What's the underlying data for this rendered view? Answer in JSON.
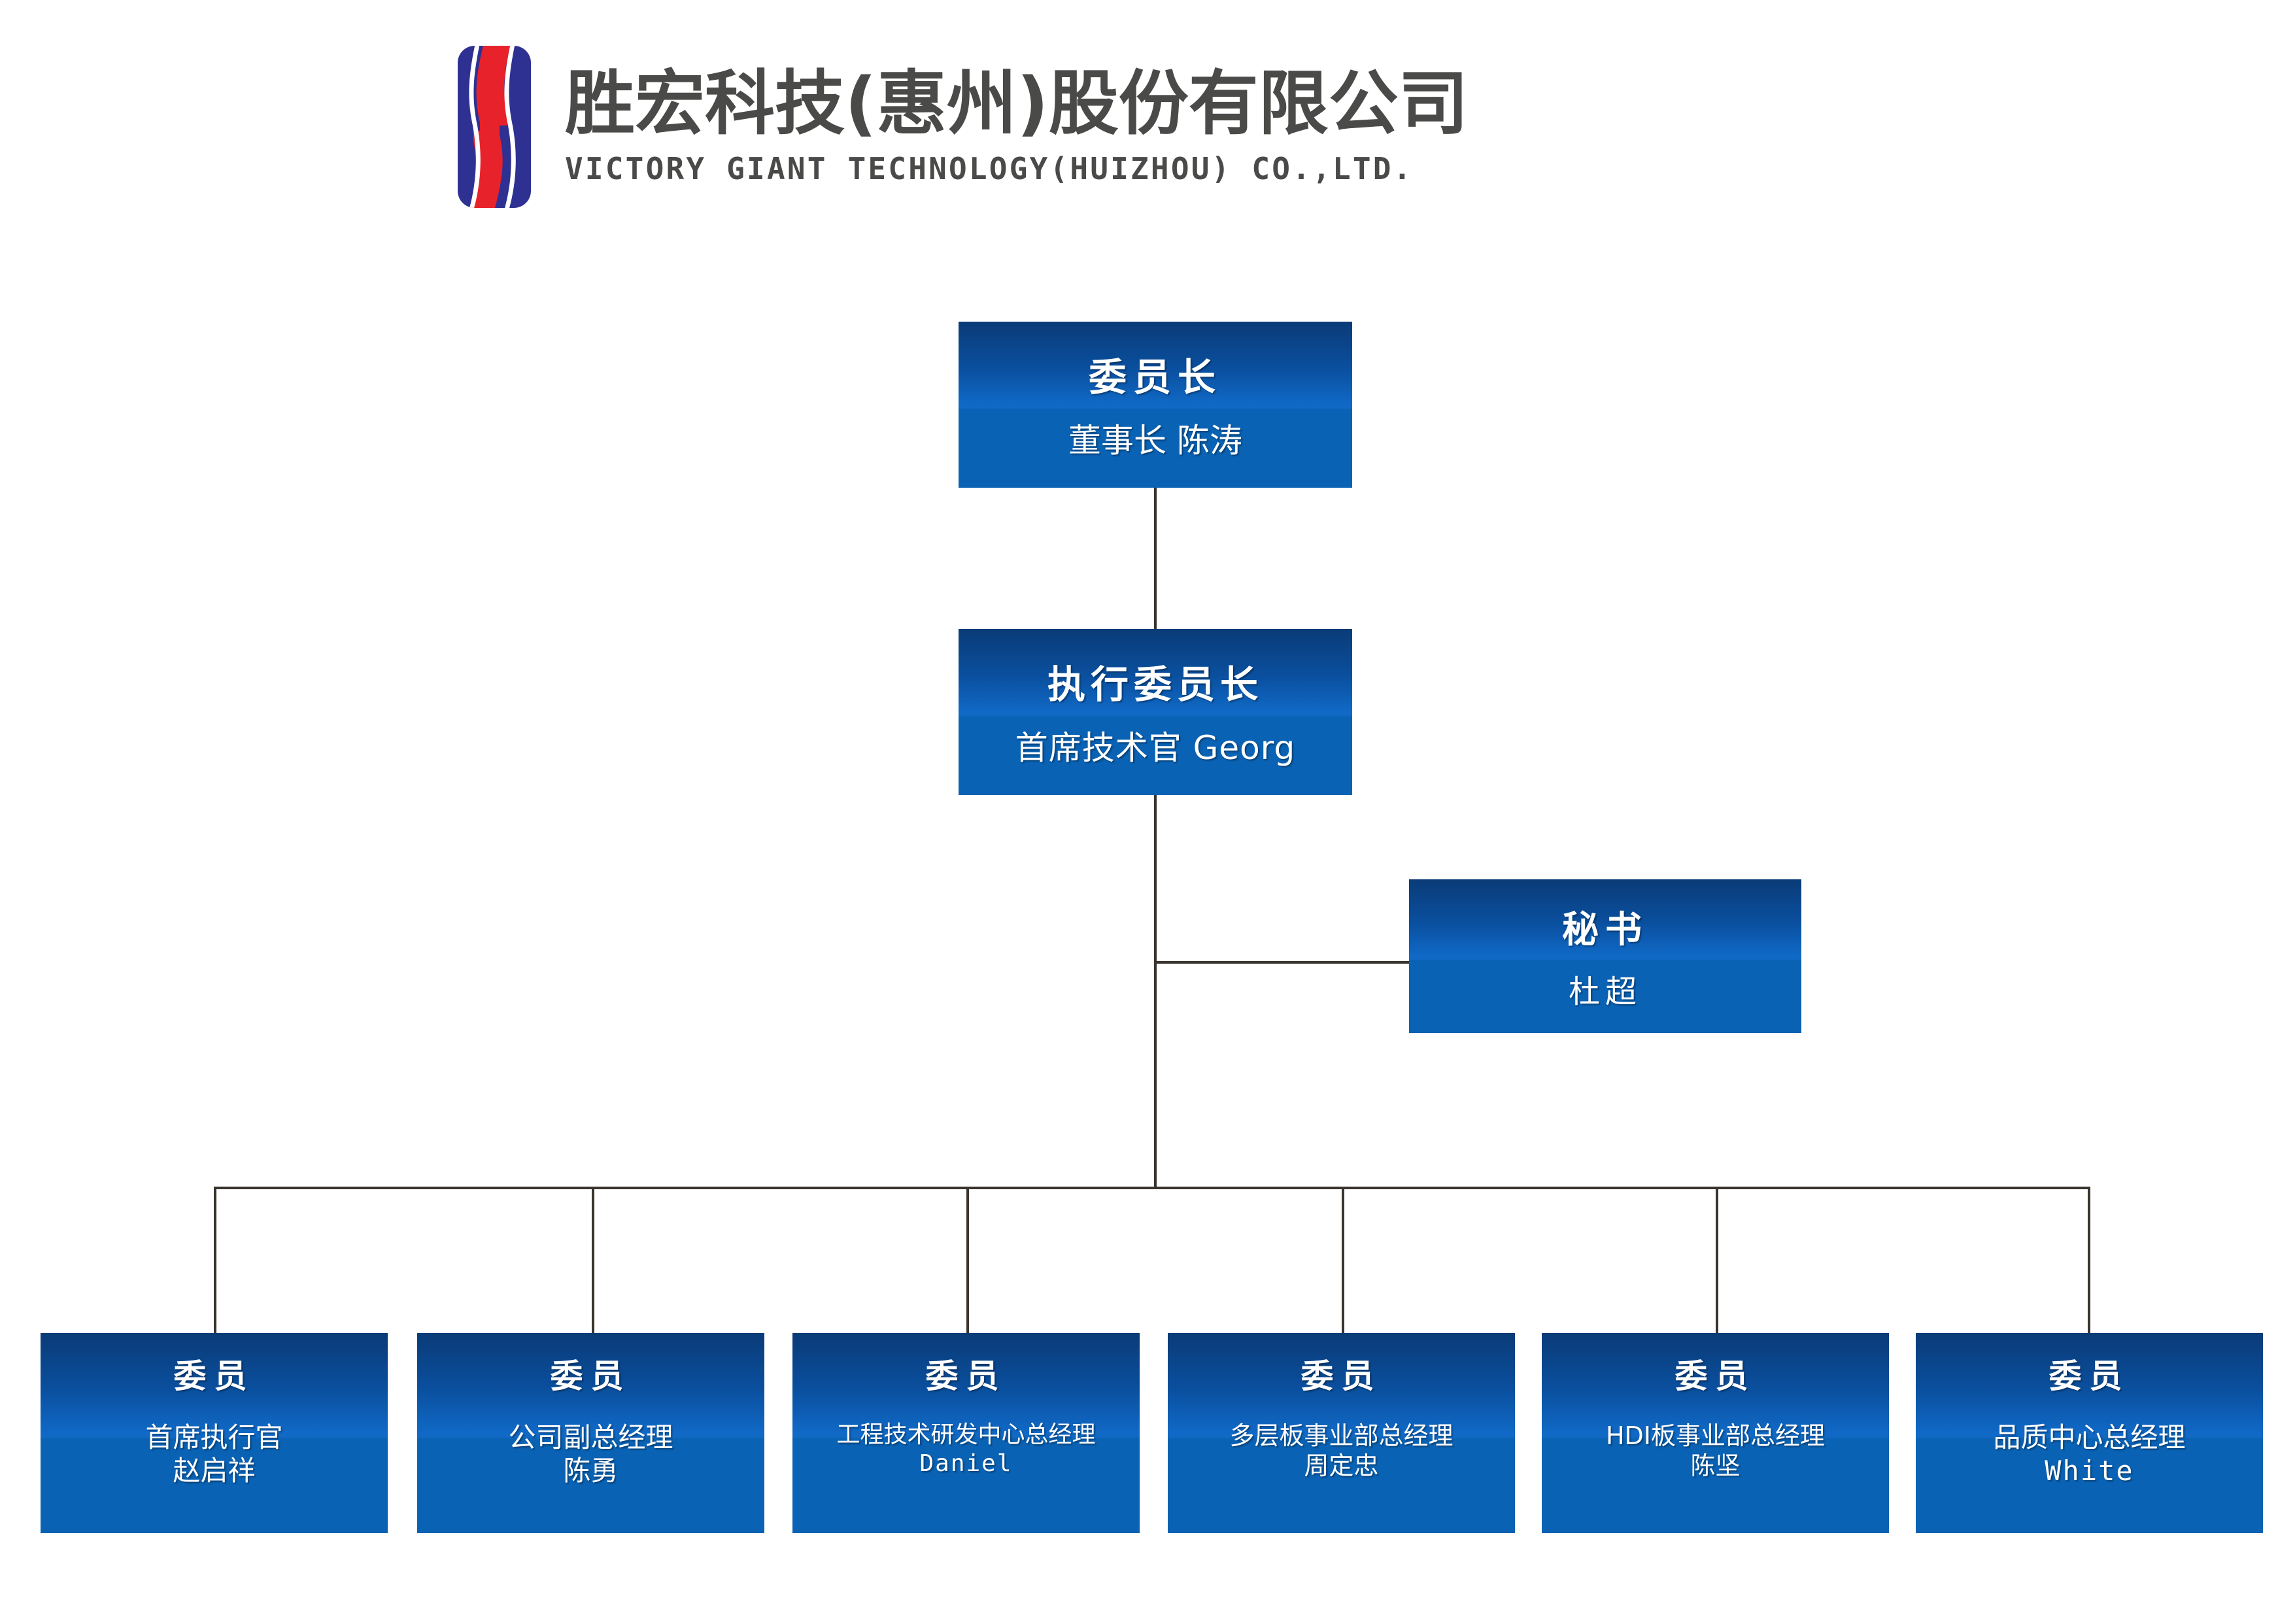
{
  "header": {
    "logo_icon": "victory-giant-s-logo",
    "logo_colors": {
      "blue": "#2e3192",
      "red": "#e8222a"
    },
    "company_name_cn": "胜宏科技(惠州)股份有限公司",
    "company_name_en": "VICTORY GIANT TECHNOLOGY(HUIZHOU) CO.,LTD."
  },
  "chart_data": {
    "type": "org-chart",
    "title": "",
    "node_fill_top": "#0a3b77",
    "node_fill_bottom": "#0a62b4",
    "connector_color": "#3a342f",
    "nodes": [
      {
        "id": "chairman",
        "role": "委员长",
        "detail_line1": "董事长 陈涛",
        "detail_line2": "",
        "level": 0
      },
      {
        "id": "executive-chairman",
        "role": "执行委员长",
        "detail_line1": "首席技术官 Georg",
        "detail_line2": "",
        "level": 1
      },
      {
        "id": "secretary",
        "role": "秘书",
        "detail_line1": "杜超",
        "detail_line2": "",
        "level": 2
      },
      {
        "id": "member-ceo",
        "role": "委员",
        "detail_line1": "首席执行官",
        "detail_line2": "赵启祥",
        "level": 3
      },
      {
        "id": "member-deputy-gm",
        "role": "委员",
        "detail_line1": "公司副总经理",
        "detail_line2": "陈勇",
        "level": 3
      },
      {
        "id": "member-rd-center",
        "role": "委员",
        "detail_line1": "工程技术研发中心总经理",
        "detail_line2": "Daniel",
        "level": 3
      },
      {
        "id": "member-multilayer",
        "role": "委员",
        "detail_line1": "多层板事业部总经理",
        "detail_line2": "周定忠",
        "level": 3
      },
      {
        "id": "member-hdi",
        "role": "委员",
        "detail_line1": "HDI板事业部总经理",
        "detail_line2": "陈坚",
        "level": 3
      },
      {
        "id": "member-quality",
        "role": "委员",
        "detail_line1": "品质中心总经理",
        "detail_line2": "White",
        "level": 3
      }
    ],
    "edges": [
      {
        "from": "chairman",
        "to": "executive-chairman"
      },
      {
        "from": "executive-chairman",
        "to": "secretary"
      },
      {
        "from": "executive-chairman",
        "to": "member-ceo"
      },
      {
        "from": "executive-chairman",
        "to": "member-deputy-gm"
      },
      {
        "from": "executive-chairman",
        "to": "member-rd-center"
      },
      {
        "from": "executive-chairman",
        "to": "member-multilayer"
      },
      {
        "from": "executive-chairman",
        "to": "member-hdi"
      },
      {
        "from": "executive-chairman",
        "to": "member-quality"
      }
    ]
  }
}
